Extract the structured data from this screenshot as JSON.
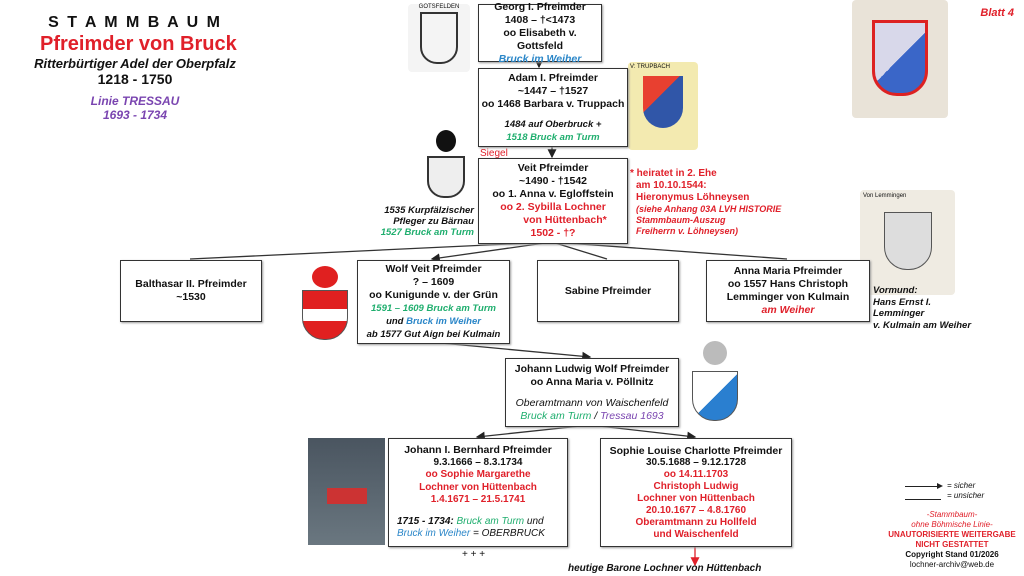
{
  "header": {
    "title": "S T A M M B A U M",
    "family": "Pfreimder von Bruck",
    "subtitle": "Ritterbürtiger Adel der Oberpfalz",
    "years": "1218 - 1750",
    "line": "Linie TRESSAU",
    "line_years": "1693 - 1734"
  },
  "sheet": "Blatt 4",
  "arms_labels": {
    "gottsfelden": "GOTSFELDEN",
    "truppach": "V: TRUPBACH",
    "lemmingen": "Von Lemmingen"
  },
  "siegel": "Siegel",
  "persons": {
    "georg": {
      "name": "Georg I. Pfreimder",
      "dates": "1408 – †<1473",
      "spouse": "oo Elisabeth v. Gottsfeld",
      "seat": "Bruck im Weiher"
    },
    "adam": {
      "name": "Adam I. Pfreimder",
      "dates": "~1447 – †1527",
      "spouse": "oo 1468 Barbara v. Truppach",
      "note1": "1484 auf Oberbruck +",
      "note2": "1518 Bruck am Turm"
    },
    "veit": {
      "name": "Veit Pfreimder",
      "dates": "~1490  - †1542",
      "spouse1": "oo 1. Anna v. Egloffstein",
      "spouse2a": "oo 2. Sybilla Lochner",
      "spouse2b": "von Hüttenbach*",
      "spouse2c": "1502 - †?"
    },
    "balthasar": {
      "name": "Balthasar II. Pfreimder",
      "dates": "~1530"
    },
    "wolf": {
      "name": "Wolf Veit Pfreimder",
      "dates": "? – 1609",
      "spouse": "oo Kunigunde v. der Grün",
      "seat1": "1591 – 1609 Bruck am Turm",
      "and": "und",
      "seat2": "Bruck im Weiher",
      "note": "ab 1577 Gut Aign bei Kulmain"
    },
    "sabine": {
      "name": "Sabine Pfreimder"
    },
    "anna": {
      "name": "Anna  Maria Pfreimder",
      "spouse1": "oo 1557 Hans Christoph",
      "spouse2": "Lemminger von Kulmain",
      "seat": "am Weiher"
    },
    "johann_ludwig": {
      "name": "Johann Ludwig Wolf Pfreimder",
      "spouse": "oo Anna Maria v. Pöllnitz",
      "office": "Oberamtmann von Waischenfeld",
      "seat1": "Bruck am Turm",
      "sep": " / ",
      "seat2": "Tressau 1693"
    },
    "johann_bernhard": {
      "name": "Johann I. Bernhard Pfreimder",
      "dates": "9.3.1666 – 8.3.1734",
      "s1": "oo Sophie Margarethe",
      "s2": "Lochner von Hüttenbach",
      "s3": "1.4.1671 – 21.5.1741",
      "n1": "1715 - 1734:",
      "n2": "Bruck am Turm",
      "n3": "und",
      "n4": "Bruck im Weiher",
      "n5": "= OBERBRUCK"
    },
    "sophie": {
      "name": "Sophie Louise Charlotte Pfreimder",
      "dates": "30.5.1688 – 9.12.1728",
      "s1": "oo 14.11.1703",
      "s2": "Christoph Ludwig",
      "s3": "Lochner von Hüttenbach",
      "s4": "20.10.1677 – 4.8.1760",
      "s5": "Oberamtmann zu Hollfeld",
      "s6": "und Waischenfeld"
    }
  },
  "notes": {
    "veit_marriage": [
      "* heiratet in 2. Ehe",
      "am 10.10.1544:",
      "Hieronymus  Löhneysen"
    ],
    "veit_marriage_ref": [
      "(siehe Anhang 03A LVH HISTORIE",
      "Stammbaum-Auszug",
      "Freiherrn v. Löhneysen)"
    ],
    "veit_office": [
      "1535 Kurpfälzischer",
      "Pfleger zu Bärnau"
    ],
    "veit_seat": "1527 Bruck am Turm",
    "vormund": [
      "Vormund:",
      "Hans Ernst I.",
      "Lemminger",
      "v. Kulmain am Weiher"
    ],
    "continuation": "+ + +",
    "descendants": "heutige Barone Lochner von Hüttenbach"
  },
  "legend": {
    "certain": "= sicher",
    "uncertain": "= unsicher"
  },
  "footer": {
    "l1": "-Stammbaum-",
    "l2": "ohne Böhmische Linie-",
    "l3": "UNAUTORISIERTE  WEITERGABE",
    "l4": "NICHT GESTATTET",
    "l5": "Copyright Stand 01/2026",
    "l6": "lochner-archiv@web.de"
  }
}
